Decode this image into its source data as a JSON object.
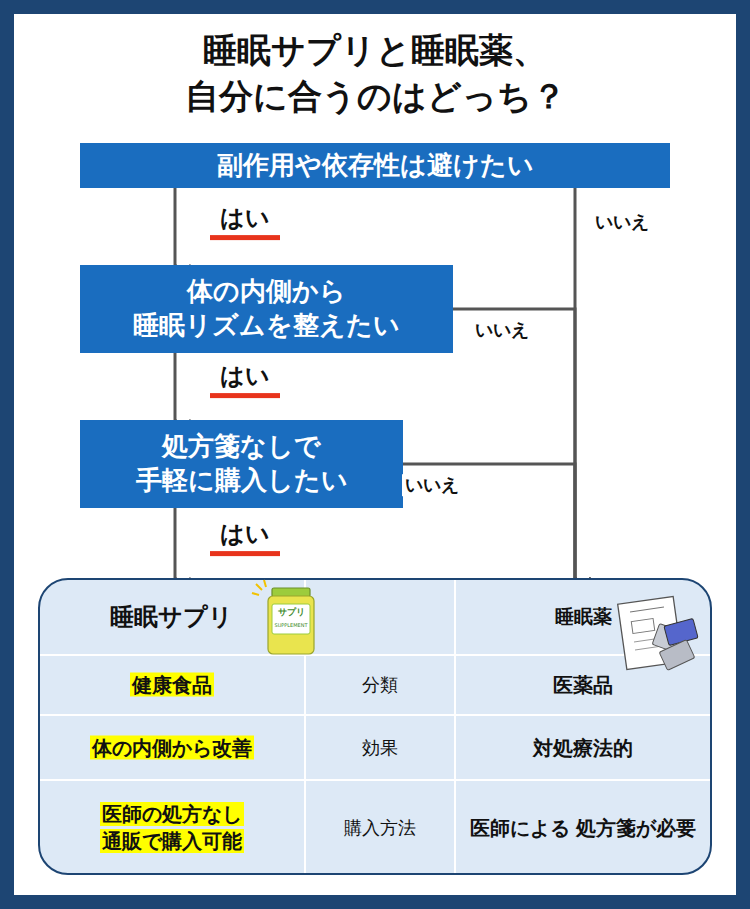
{
  "diagram": {
    "title": "睡眠サプリと睡眠薬、 自分に合うのはどっち？",
    "nodes": [
      {
        "text": [
          "副作用や依存性は避けたい"
        ]
      },
      {
        "text": [
          "体の内側から 睡眠リズムを整えたい"
        ]
      },
      {
        "text": [
          "処方箋なしで 手軽に購入したい"
        ]
      },
      {
        "text": []
      },
      {
        "text": [
          "睡眠サプリ"
        ],
        "in": 3
      },
      {
        "text": [
          "睡眠薬"
        ],
        "in": 3
      }
    ],
    "edges": [
      {
        "from": 0,
        "to": 1,
        "label": "はい",
        "arrow": "to"
      },
      {
        "from": 0,
        "to": 5,
        "label": "いいえ",
        "arrow": "to"
      },
      {
        "from": 1,
        "to": 2,
        "label": "はい",
        "arrow": "to"
      },
      {
        "from": 1,
        "to": 5,
        "label": "いいえ",
        "arrow": "to"
      },
      {
        "from": 2,
        "to": 4,
        "label": "はい",
        "arrow": "to"
      },
      {
        "from": 2,
        "to": 5,
        "label": "いいえ",
        "arrow": "to"
      }
    ],
    "labels": [
      "サプリ",
      "SUPPLEMENT",
      "健康食品",
      "分類",
      "医薬品",
      "体の内側から改善",
      "効果",
      "対処療法的",
      "医師の処方なし 通販で購入可能",
      "購入方法",
      "医師による 処方箋が必要"
    ]
  }
}
